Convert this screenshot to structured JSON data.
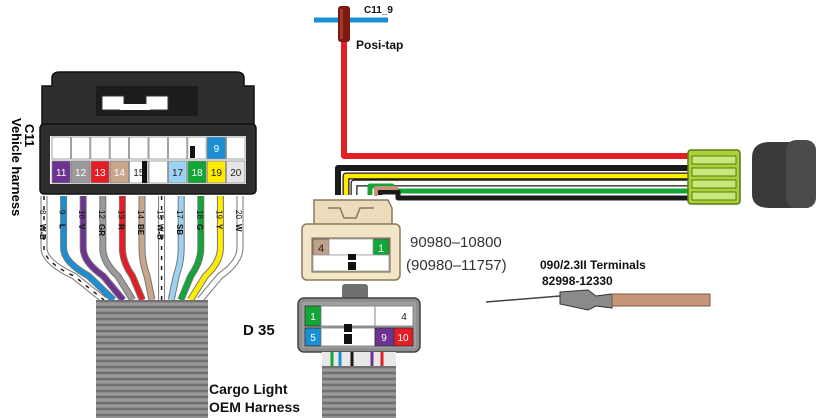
{
  "labels": {
    "splice_id": "C11_9",
    "posi_tap": "Posi-tap",
    "c11_id": "C11",
    "vehicle_harness": "Vehicle harness",
    "part_number": "90980–10800",
    "alt_part_number": "(90980–11757)",
    "terminals_title": "090/2.3II Terminals",
    "terminals_part": "82998-12330",
    "d35": "D 35",
    "cargo_light": "Cargo Light",
    "oem_harness": "OEM Harness"
  },
  "c11": {
    "top_row": [
      "",
      "",
      "",
      "",
      "",
      "",
      "",
      "",
      "9",
      ""
    ],
    "bottom_row": [
      "11",
      "12",
      "13",
      "14",
      "15",
      "",
      "17",
      "18",
      "19",
      "20"
    ],
    "wires": [
      {
        "pin": "8",
        "color": "W-B"
      },
      {
        "pin": "9",
        "color": "L"
      },
      {
        "pin": "10",
        "color": "V"
      },
      {
        "pin": "12",
        "color": "GR"
      },
      {
        "pin": "13",
        "color": "R"
      },
      {
        "pin": "14",
        "color": "BE"
      },
      {
        "pin": "15",
        "color": "W-B"
      },
      {
        "pin": "17",
        "color": "SB"
      },
      {
        "pin": "18",
        "color": "G"
      },
      {
        "pin": "19",
        "color": "Y"
      },
      {
        "pin": "20",
        "color": "W"
      }
    ]
  },
  "connector_90980": {
    "left_pin": "4",
    "right_pin": "1"
  },
  "d35_pins": {
    "p1": "1",
    "p4": "4",
    "p5": "5",
    "p9": "9",
    "p10": "10"
  },
  "colors": {
    "red": "#e31e24",
    "black": "#1a1a1a",
    "yellow": "#ffeb00",
    "white": "#ffffff",
    "green": "#13a538",
    "blue": "#1a8fd4",
    "violet": "#6c3391",
    "gray": "#9a9a9a",
    "beige": "#c8a68a",
    "skyblue": "#9cd3f2",
    "lime": "#9ccc1c",
    "tan": "#c89478"
  }
}
